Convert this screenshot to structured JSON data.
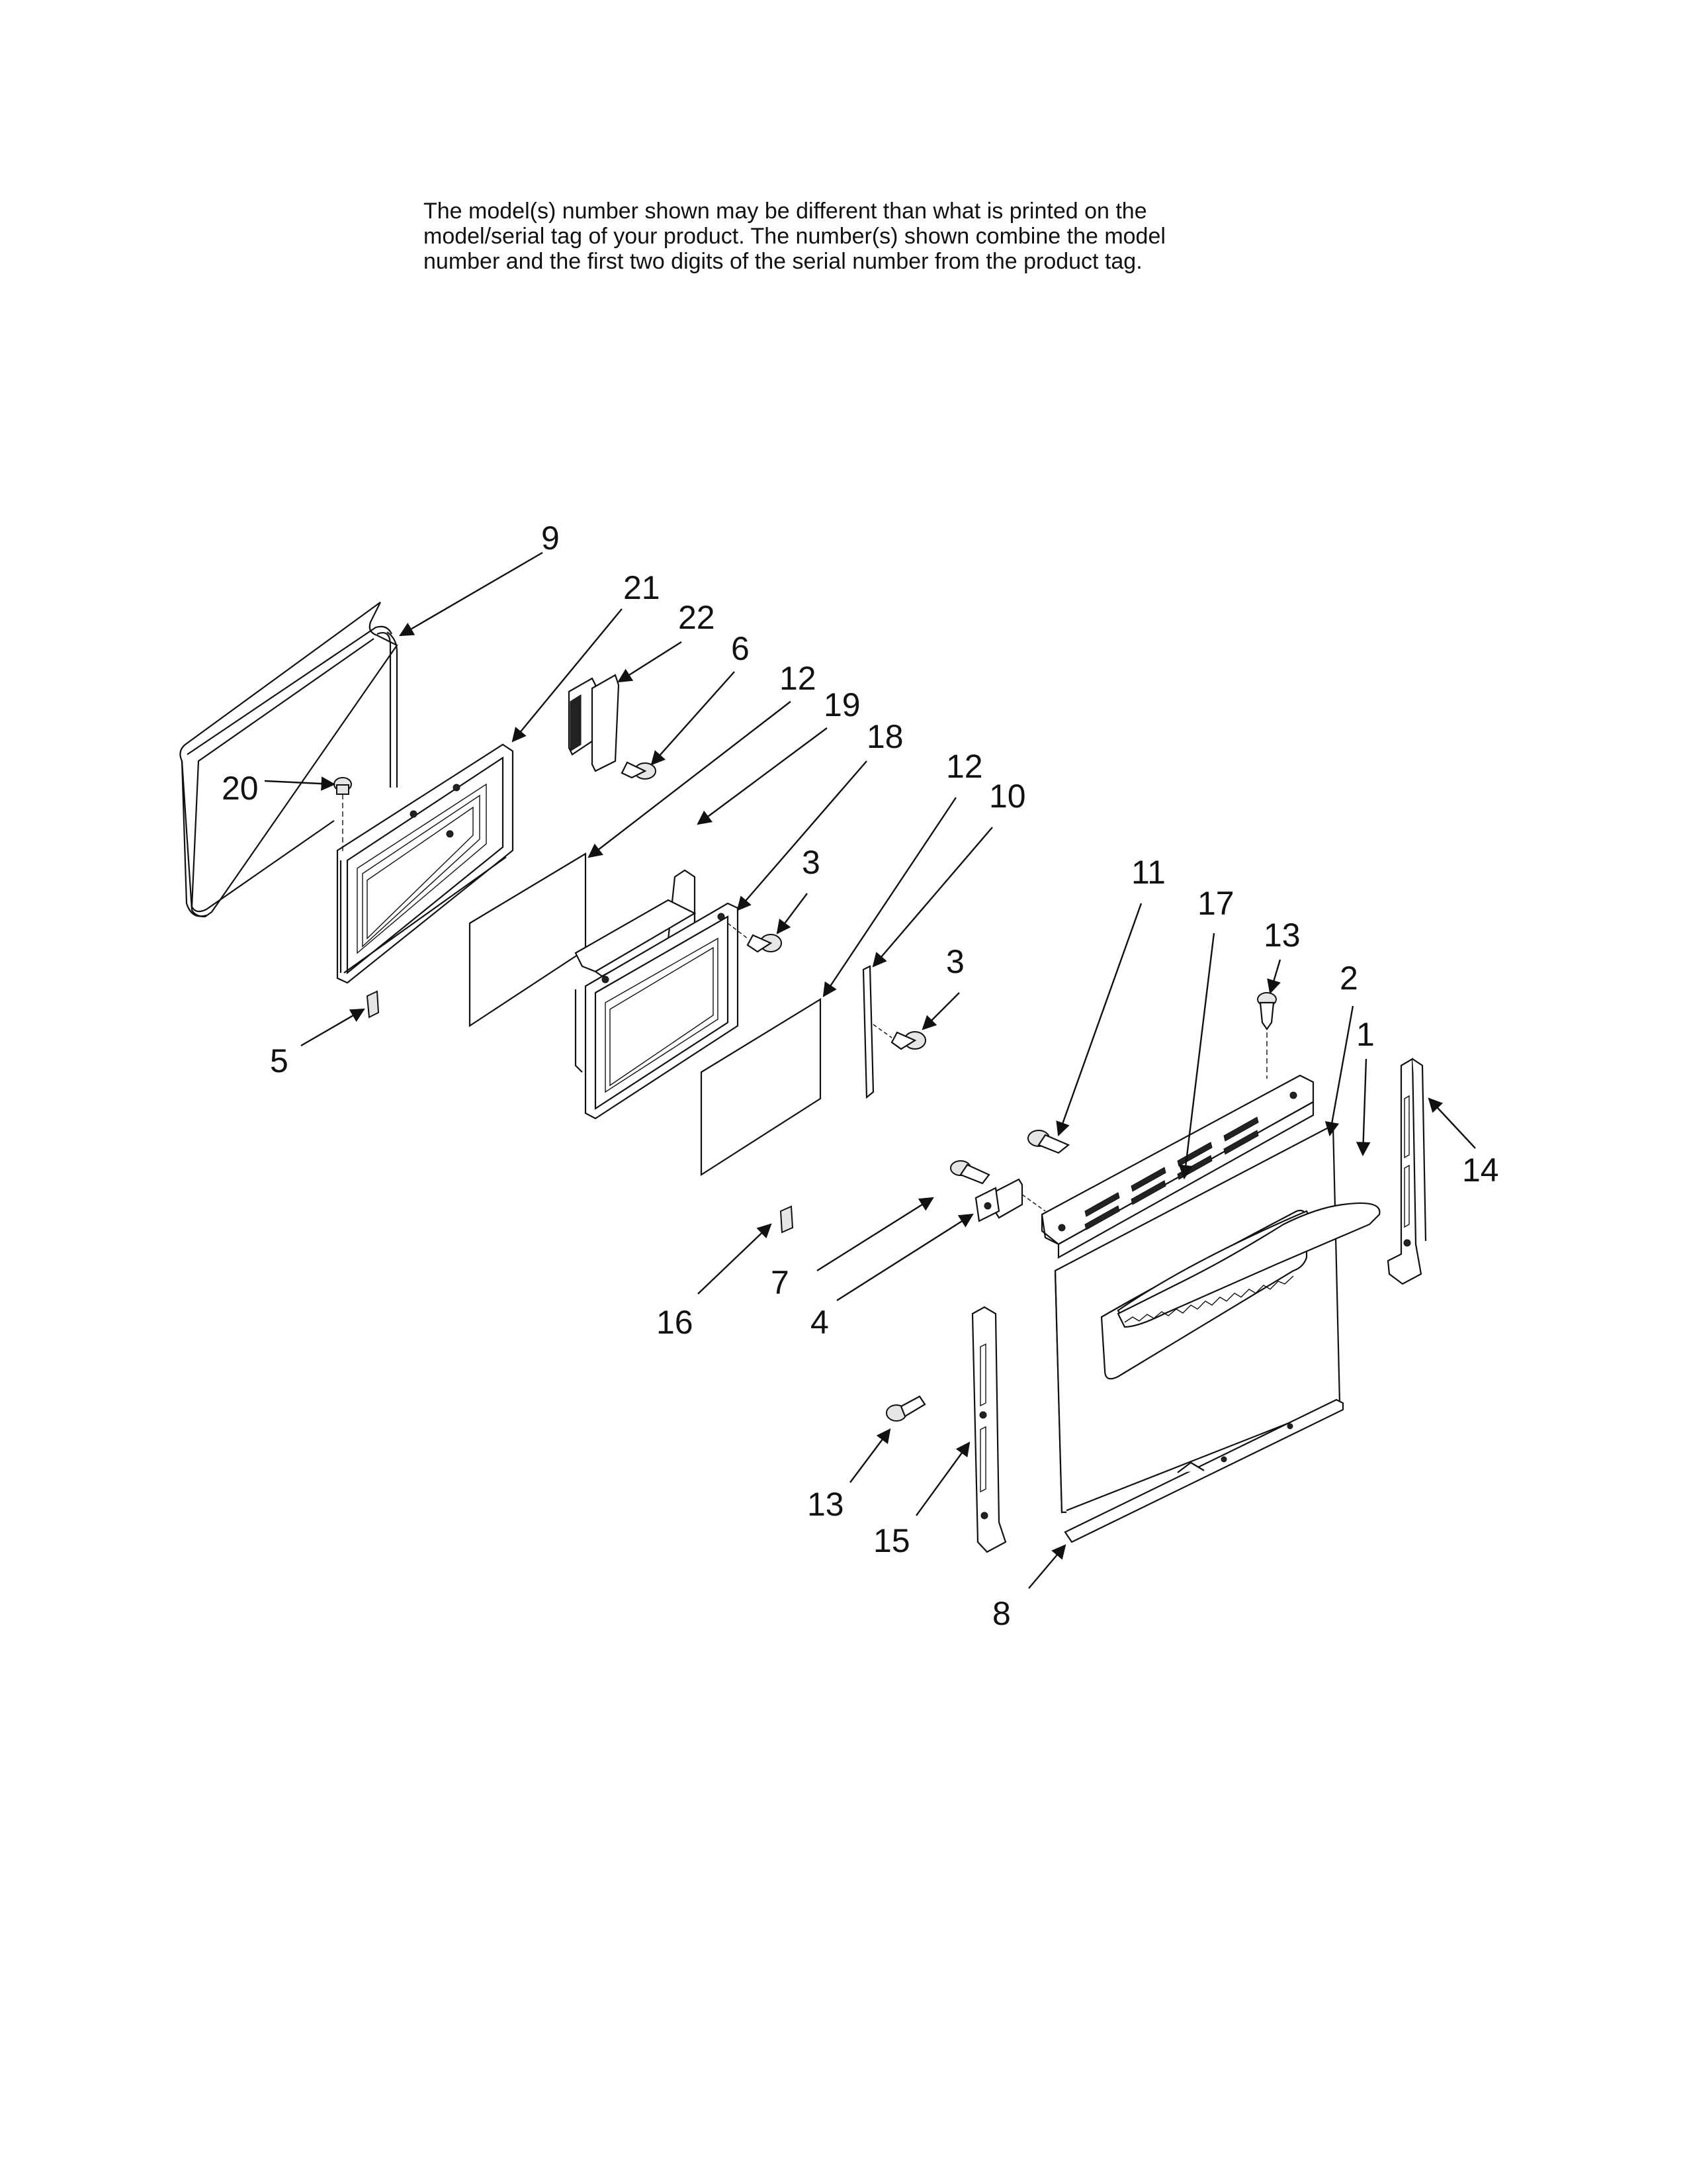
{
  "note": {
    "line1": "The model(s) number shown may be different than what is printed on the",
    "line2": "model/serial tag of your product. The number(s) shown combine the model",
    "line3": "number and the first two digits of the serial number from the product tag."
  },
  "callouts": [
    "9",
    "21",
    "22",
    "6",
    "12",
    "19",
    "18",
    "20",
    "3",
    "12",
    "10",
    "5",
    "3",
    "11",
    "17",
    "13",
    "2",
    "1",
    "14",
    "7",
    "16",
    "4",
    "13",
    "15",
    "8"
  ]
}
